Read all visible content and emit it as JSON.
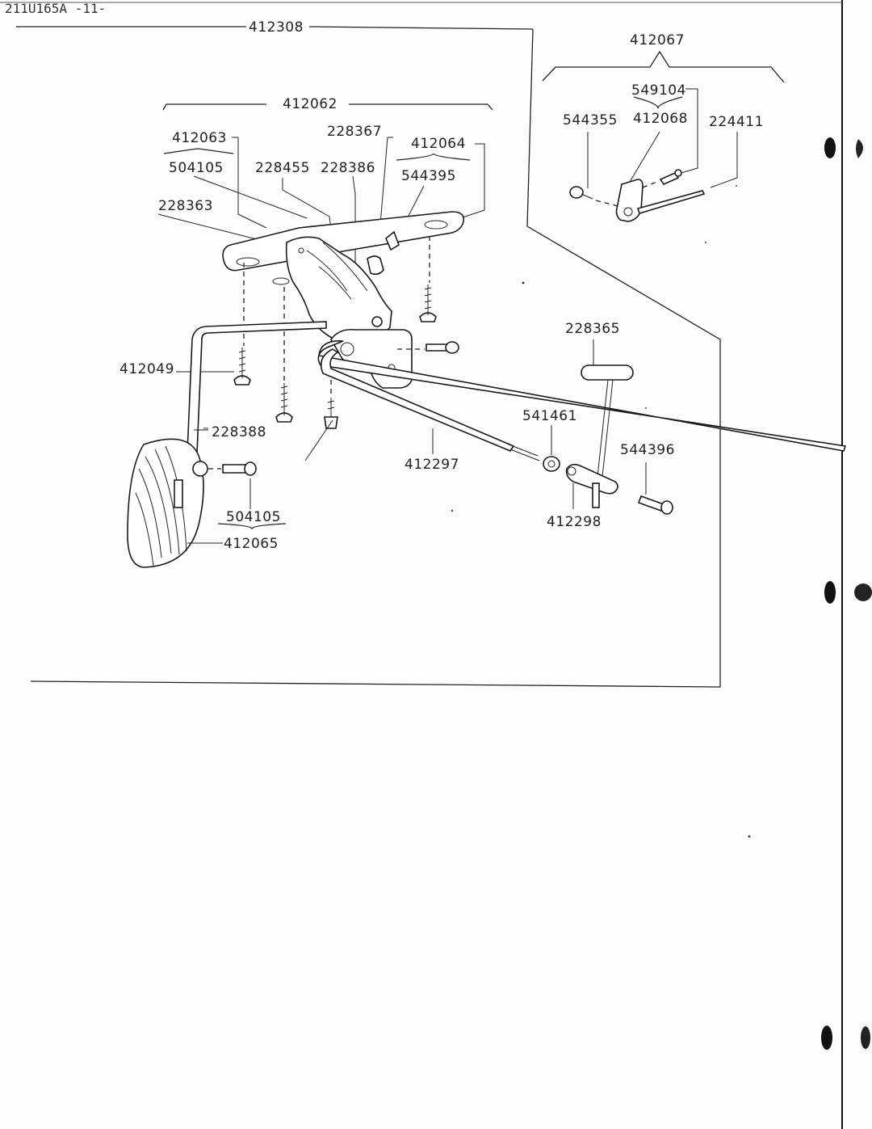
{
  "header": {
    "code": "211U165A -11-"
  },
  "labels": {
    "l412308": "412308",
    "l412067": "412067",
    "l549104": "549104",
    "l544355": "544355",
    "l412068": "412068",
    "l224411": "224411",
    "l412062": "412062",
    "l412063": "412063",
    "l504105a": "504105",
    "l228367": "228367",
    "l412064": "412064",
    "l228455": "228455",
    "l228386": "228386",
    "l544395": "544395",
    "l228363": "228363",
    "l228365": "228365",
    "l412049": "412049",
    "l541461": "541461",
    "l228388": "228388",
    "l544396": "544396",
    "l412297": "412297",
    "l412298": "412298",
    "l504105b": "504105",
    "l412065": "412065"
  }
}
